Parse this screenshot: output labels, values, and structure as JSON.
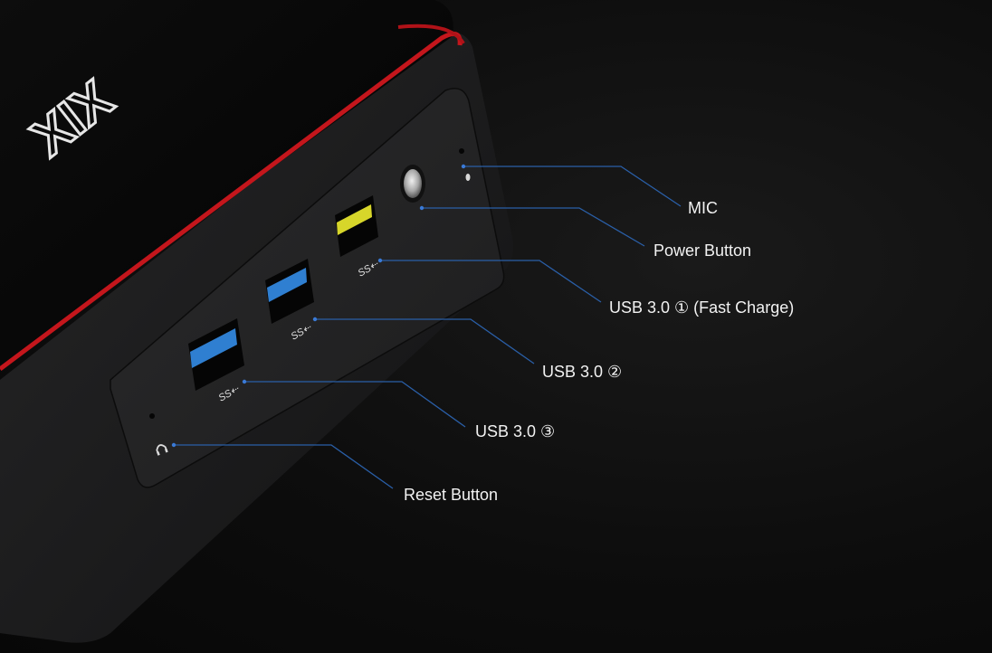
{
  "device": {
    "brand_logo_text": "XIX"
  },
  "callouts": [
    {
      "id": "mic",
      "label": "MIC"
    },
    {
      "id": "power",
      "label": "Power Button"
    },
    {
      "id": "usb1",
      "label": "USB 3.0 ① (Fast Charge)"
    },
    {
      "id": "usb2",
      "label": "USB 3.0 ②"
    },
    {
      "id": "usb3",
      "label": "USB 3.0 ③"
    },
    {
      "id": "reset",
      "label": "Reset Button"
    }
  ],
  "colors": {
    "background": "#0b0b0b",
    "device_body": "#1b1b1c",
    "device_top": "#050505",
    "accent_red": "#c4161c",
    "usb_blue": "#2f7fd1",
    "usb_yellow": "#d7d62a",
    "leader_line": "#2a5fa8",
    "label_text": "#f2f2f2"
  },
  "icons": [
    "superspeed-usb-icon",
    "headphone-icon"
  ]
}
